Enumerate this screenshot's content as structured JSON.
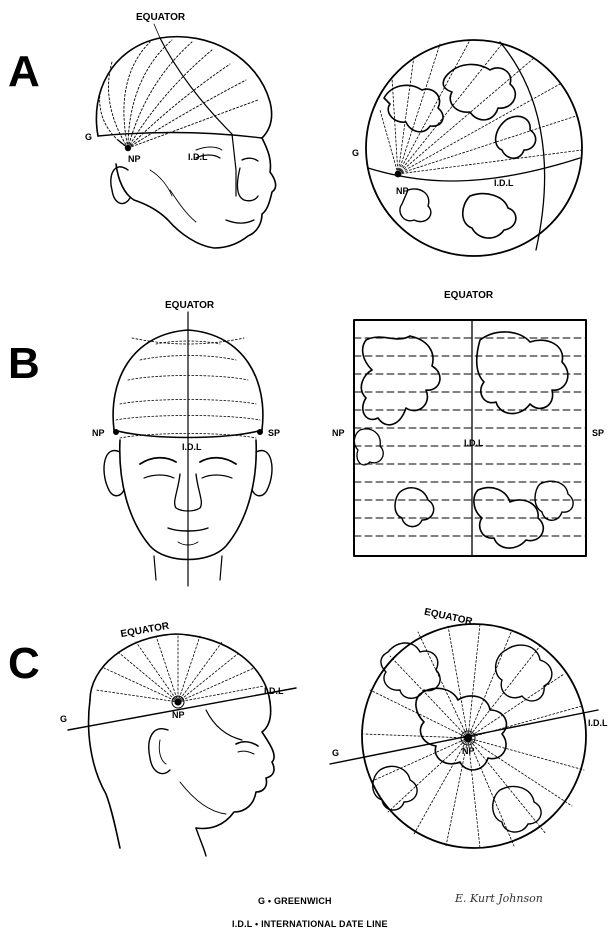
{
  "panels": [
    {
      "letter": "A",
      "head_labels": {
        "equator": "EQUATOR",
        "g": "G",
        "np": "NP",
        "idl": "I.D.L"
      },
      "globe_labels": {
        "g": "G",
        "np": "NP",
        "idl": "I.D.L"
      }
    },
    {
      "letter": "B",
      "head_labels": {
        "equator": "EQUATOR",
        "np": "NP",
        "sp": "SP",
        "idl": "I.D.L"
      },
      "map_labels": {
        "equator": "EQUATOR",
        "np": "NP",
        "sp": "SP",
        "idl": "I.D.L"
      }
    },
    {
      "letter": "C",
      "head_labels": {
        "equator": "EQUATOR",
        "g": "G",
        "np": "NP",
        "idl": "I.D.L"
      },
      "globe_labels": {
        "equator": "EQUATOR",
        "g": "G",
        "np": "NP",
        "idl": "I.D.L"
      }
    }
  ],
  "legend": {
    "greenwich": "G • GREENWICH",
    "idl": "I.D.L • INTERNATIONAL DATE LINE"
  },
  "signature": "E. Kurt Johnson",
  "colors": {
    "ink": "#000000",
    "paper": "#ffffff"
  }
}
